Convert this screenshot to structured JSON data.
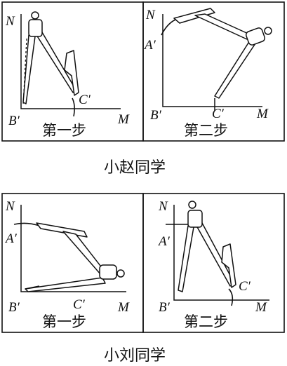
{
  "point_labels": {
    "N": "N",
    "M": "M",
    "A": "A′",
    "B": "B′",
    "C": "C′"
  },
  "steps": {
    "first": "第一步",
    "second": "第二步"
  },
  "groups": {
    "zhao": "小赵同学",
    "liu": "小刘同学"
  }
}
